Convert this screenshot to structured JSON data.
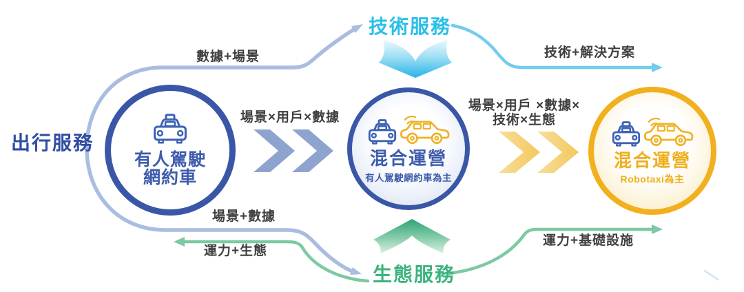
{
  "colors": {
    "primary_blue": "#3a57a7",
    "node_text_blue": "#3d5cac",
    "periwinkle_line": "#a9bde0",
    "chevron_blue": "#8ea4ce",
    "cyan_text": "#29bfea",
    "cyan_line": "#72ccec",
    "green_line": "#7cc9a2",
    "green_text": "#3cb37e",
    "gold": "#f2b01e",
    "gold_text": "#efae1c",
    "gold_chevron": "#f4d07a",
    "label_text": "#3f3f3f"
  },
  "icons": {
    "node1": "taxi-front-icon",
    "node2": [
      "taxi-front-icon",
      "robotaxi-side-icon"
    ],
    "node3": [
      "taxi-front-icon",
      "robotaxi-side-icon"
    ],
    "tech_inflow": "big-down-arrow-icon",
    "eco_inflow": "big-up-arrow-icon",
    "stage_advance": "double-chevron-right-icon"
  },
  "outer_label": "出行服務",
  "hubs": {
    "tech": "技術服務",
    "eco": "生態服務"
  },
  "nodes": {
    "node1": {
      "line1": "有人駕駛",
      "line2": "網約車"
    },
    "node2": {
      "title": "混合運營",
      "subtitle": "有人駕駛網約車為主"
    },
    "node3": {
      "title": "混合運營",
      "subtitle": "Robotaxi為主"
    }
  },
  "edges": {
    "data_scene": "數據+場景",
    "tech_solution": "技術+解決方案",
    "scene_user_data": "場景×用戶×數據",
    "scene_user_data_tech_eco_l1": "場景×用戶 ×數據×",
    "scene_user_data_tech_eco_l2": "技術×生態",
    "scene_data": "場景+數據",
    "capacity_eco": "運力+生態",
    "capacity_infra": "運力+基礎設施"
  }
}
